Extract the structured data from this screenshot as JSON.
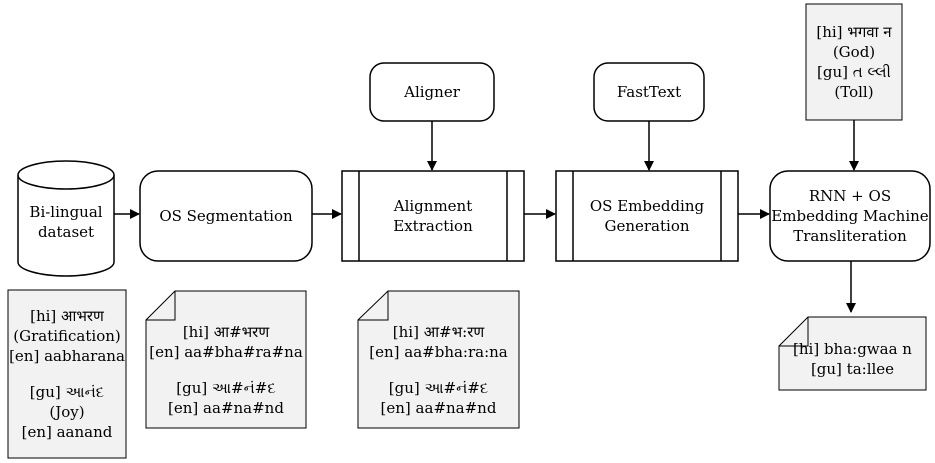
{
  "nodes": {
    "dataset": {
      "line1": "Bi-lingual",
      "line2": "dataset"
    },
    "segmentation": {
      "label": "OS Segmentation"
    },
    "aligner": {
      "label": "Aligner"
    },
    "alignment": {
      "line1": "Alignment",
      "line2": "Extraction"
    },
    "fasttext": {
      "label": "FastText"
    },
    "embedding": {
      "line1": "OS Embedding",
      "line2": "Generation"
    },
    "rnn": {
      "line1": "RNN + OS",
      "line2": "Embedding Machine",
      "line3": "Transliteration"
    }
  },
  "notes": {
    "input_words": {
      "hi": "[hi] आभरण",
      "hi_gloss": "(Gratification)",
      "hi_en": "[en] aabharana",
      "gu": "[gu] આનંદ",
      "gu_gloss": "(Joy)",
      "gu_en": "[en] aanand"
    },
    "segmentation_example": {
      "hi": "[hi] आ#भरण",
      "hi_en": "[en] aa#bha#ra#na",
      "gu": "[gu] આ#નં#દ",
      "gu_en": "[en] aa#na#nd"
    },
    "alignment_example": {
      "hi": "[hi] आ#भ:रण",
      "hi_en": "[en] aa#bha:ra:na",
      "gu": "[gu] આ#નં#દ",
      "gu_en": "[en] aa#na#nd"
    },
    "test_input": {
      "hi": "[hi]  भगवा न",
      "hi_gloss": "(God)",
      "gu": "[gu] ત લ્લી",
      "gu_gloss": "(Toll)"
    },
    "output": {
      "hi": "[hi] bha:gwaa n",
      "gu": "[gu] ta:llee"
    }
  },
  "colors": {
    "stroke": "#000000",
    "note_fill": "#f2f2f2",
    "box_fill": "#ffffff"
  }
}
